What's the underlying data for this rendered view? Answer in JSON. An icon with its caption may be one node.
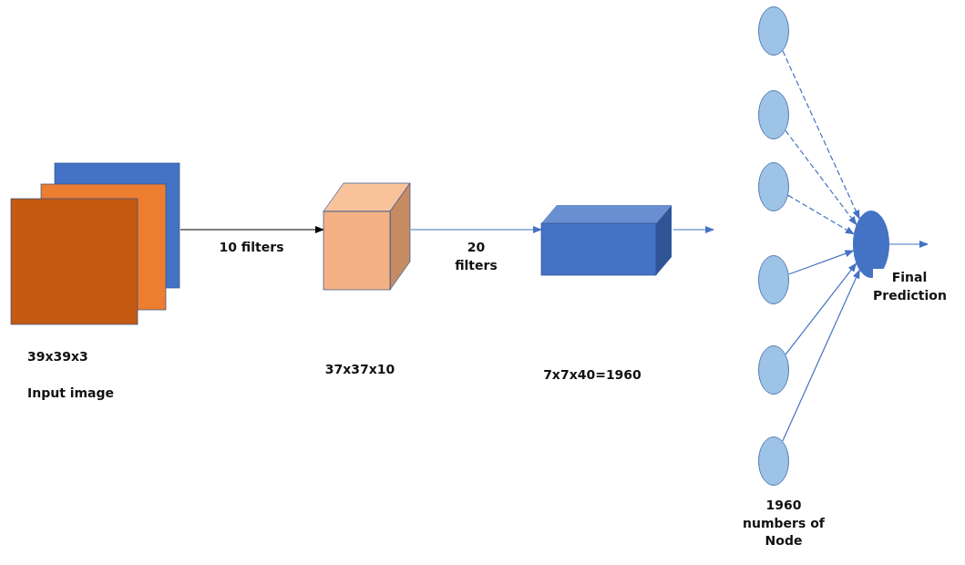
{
  "diagram": {
    "nodes": [
      {
        "text": [
          "39x39x3",
          "Input image"
        ]
      },
      {
        "text": [],
        "shape": "cube"
      },
      {
        "text": [],
        "shape": "box"
      },
      {
        "text": [],
        "shape": "circle"
      },
      {
        "text": [],
        "shape": "circle"
      },
      {
        "text": [],
        "shape": "circle"
      },
      {
        "text": [],
        "shape": "circle"
      },
      {
        "text": [],
        "shape": "circle"
      },
      {
        "text": [],
        "shape": "circle"
      },
      {
        "text": [],
        "shape": "circle",
        "beside": [
          "Final Prediction"
        ]
      }
    ],
    "edges": [
      {
        "from": 0,
        "to": 1,
        "arrow": "to",
        "label": "10 filters",
        "color": "#000000"
      },
      {
        "from": 1,
        "to": 2,
        "arrow": "to",
        "label": "20 filters"
      },
      {
        "from": 2,
        "to": null,
        "arrow": "to"
      },
      {
        "from": 3,
        "to": 9,
        "arrow": "to",
        "style": "dashed"
      },
      {
        "from": 4,
        "to": 9,
        "arrow": "to",
        "style": "dashed"
      },
      {
        "from": 5,
        "to": 9,
        "arrow": "to",
        "style": "dashed"
      },
      {
        "from": 6,
        "to": 9,
        "arrow": "to"
      },
      {
        "from": 7,
        "to": 9,
        "arrow": "to"
      },
      {
        "from": 8,
        "to": 9,
        "arrow": "to"
      },
      {
        "from": 9,
        "to": null,
        "arrow": "to"
      }
    ],
    "labels": [
      "37x37x10",
      "7x7x40=1960",
      "1960 numbers of Node"
    ]
  }
}
